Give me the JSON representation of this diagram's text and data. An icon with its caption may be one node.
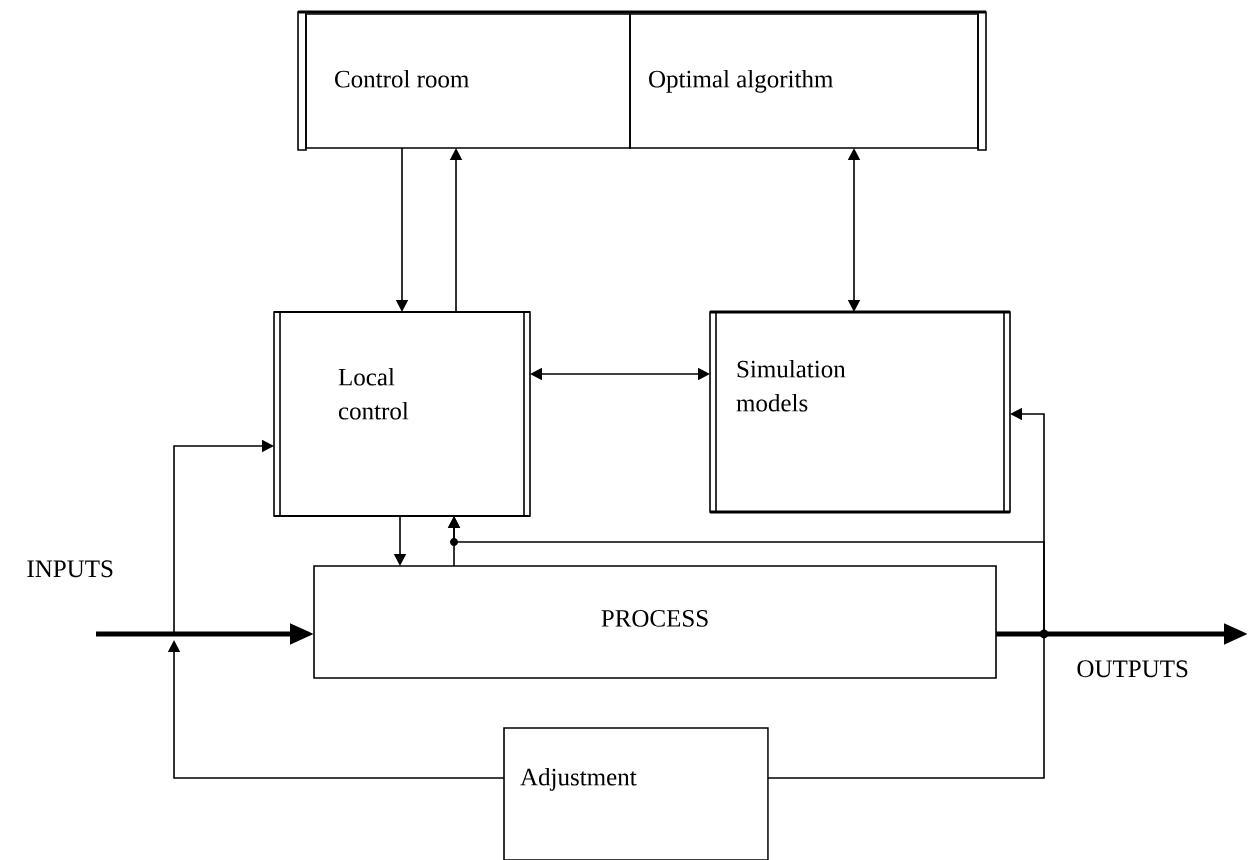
{
  "diagram": {
    "nodes": [
      {
        "text": [
          "Control room"
        ]
      },
      {
        "text": [
          "Optimal algorithm"
        ]
      },
      {
        "text": [
          "Local control"
        ]
      },
      {
        "text": [
          "Simulation models"
        ]
      },
      {
        "text": [
          "PROCESS"
        ]
      },
      {
        "text": [
          "Adjustment"
        ]
      }
    ],
    "edges": [
      {
        "from": 0,
        "to": 2,
        "arrow": "to"
      },
      {
        "from": 2,
        "to": 0,
        "arrow": "to"
      },
      {
        "from": 1,
        "to": 3,
        "arrow": "both"
      },
      {
        "from": 2,
        "to": 3,
        "arrow": "both"
      },
      {
        "from": null,
        "to": 4,
        "arrow": "to",
        "style": "thick"
      },
      {
        "from": null,
        "to": 2,
        "arrow": "to"
      },
      {
        "from": 2,
        "to": 4,
        "arrow": "to"
      },
      {
        "from": 4,
        "to": 2,
        "arrow": "to"
      },
      {
        "from": 4,
        "to": null,
        "arrow": "to",
        "style": "thick"
      },
      {
        "from": 4,
        "to": 3,
        "arrow": "to"
      },
      {
        "from": 4,
        "to": 5,
        "arrow": "none"
      },
      {
        "from": 5,
        "to": null,
        "arrow": "to"
      },
      {
        "from": 4,
        "to": 2,
        "arrow": "to"
      }
    ],
    "labels": [
      "INPUTS",
      "OUTPUTS"
    ]
  }
}
